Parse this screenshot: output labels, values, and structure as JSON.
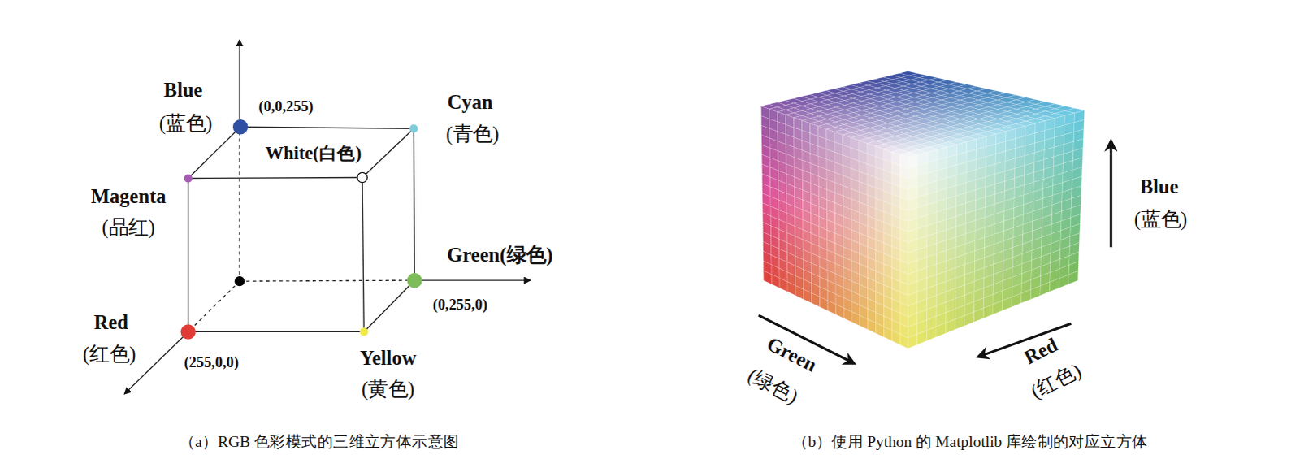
{
  "diagram": {
    "labels": [
      "Blue",
      "(蓝色)",
      "(0,0,255)",
      "Cyan",
      "(青色)",
      "White(白色)",
      "Magenta",
      "(品红)",
      "Green(绿色)",
      "(0,255,0)",
      "Red",
      "(红色)",
      "(255,0,0)",
      "Yellow",
      "(黄色)",
      "（a）RGB 色彩模式的三维立方体示意图",
      "Blue",
      "(蓝色)",
      "Green",
      "(绿色)",
      "Red",
      "(红色)",
      "（b）使用 Python 的 Matplotlib 库绘制的对应立方体"
    ]
  }
}
